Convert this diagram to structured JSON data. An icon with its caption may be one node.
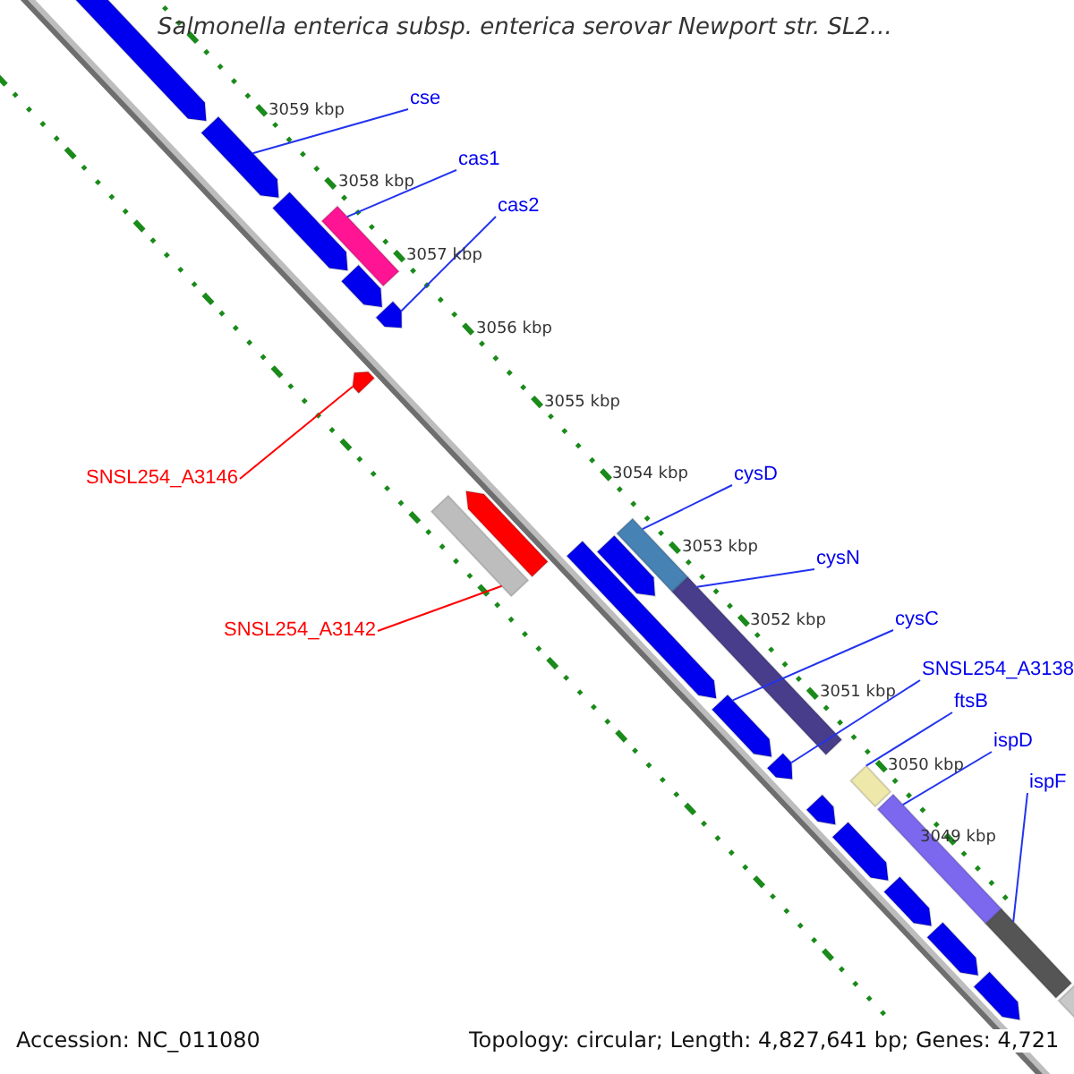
{
  "diagram": {
    "title": "Salmonella enterica subsp. enterica serovar Newport str. SL2...",
    "nodes": [
      {
        "text": [
          "cse"
        ]
      },
      {
        "text": [
          "cas1"
        ]
      },
      {
        "text": [
          "cas2"
        ]
      },
      {
        "text": [
          "SNSL254_A3146"
        ]
      },
      {
        "text": [
          "SNSL254_A3142"
        ]
      },
      {
        "text": [
          "cysD"
        ]
      },
      {
        "text": [
          "cysN"
        ]
      },
      {
        "text": [
          "cysC"
        ]
      },
      {
        "text": [
          "SNSL254_A3138"
        ]
      },
      {
        "text": [
          "ftsB"
        ]
      },
      {
        "text": [
          "ispD"
        ]
      },
      {
        "text": [
          "ispF"
        ]
      },
      {
        "text": [],
        "shape": "bar"
      },
      {
        "text": [],
        "shape": "bar"
      },
      {
        "text": [],
        "shape": "bar"
      },
      {
        "text": [],
        "shape": "bar"
      },
      {
        "text": [],
        "shape": "bar"
      },
      {
        "text": [],
        "shape": "bar"
      },
      {
        "text": [],
        "shape": "bar"
      },
      {
        "text": [],
        "shape": "bar"
      },
      {
        "text": [],
        "shape": "bar"
      },
      {
        "text": [],
        "shape": "bar"
      },
      {
        "text": [],
        "shape": "bar"
      },
      {
        "text": [],
        "shape": "bar"
      },
      {
        "text": [],
        "shape": "bar"
      },
      {
        "text": [],
        "shape": "bar"
      },
      {
        "text": [],
        "shape": "bar"
      },
      {
        "text": [],
        "shape": "bar"
      },
      {
        "text": [],
        "shape": "bar"
      },
      {
        "text": [],
        "shape": "bar"
      },
      {
        "text": [],
        "shape": "bar"
      },
      {
        "text": [],
        "shape": "bar"
      },
      {
        "text": [],
        "shape": "bar"
      },
      {
        "text": [],
        "shape": "bar"
      },
      {
        "text": [],
        "shape": "bar"
      },
      {
        "text": [],
        "shape": "bar"
      }
    ],
    "edges": [
      {
        "from": 0,
        "to": 13,
        "arrow": "none"
      },
      {
        "from": 1,
        "to": 17,
        "arrow": "none"
      },
      {
        "from": 2,
        "to": 16,
        "arrow": "none"
      },
      {
        "from": 3,
        "to": 18,
        "arrow": "none",
        "color": "#ff0000"
      },
      {
        "from": 4,
        "to": 20,
        "arrow": "none",
        "color": "#ff0000"
      },
      {
        "from": 5,
        "to": 22,
        "arrow": "none"
      },
      {
        "from": 6,
        "to": 24,
        "arrow": "none"
      },
      {
        "from": 7,
        "to": 25,
        "arrow": "none"
      },
      {
        "from": 8,
        "to": 26,
        "arrow": "none"
      },
      {
        "from": 9,
        "to": 27,
        "arrow": "none"
      },
      {
        "from": 10,
        "to": 29,
        "arrow": "none"
      },
      {
        "from": 11,
        "to": 31,
        "arrow": "none"
      }
    ],
    "labels": [
      "3059 kbp",
      "3058 kbp",
      "3057 kbp",
      "3056 kbp",
      "3055 kbp",
      "3054 kbp",
      "3053 kbp",
      "3052 kbp",
      "3051 kbp",
      "3050 kbp",
      "3049 kbp",
      "Accession: NC_011080",
      "Topology: circular; Length: 4,827,641 bp; Genes: 4,721"
    ]
  }
}
